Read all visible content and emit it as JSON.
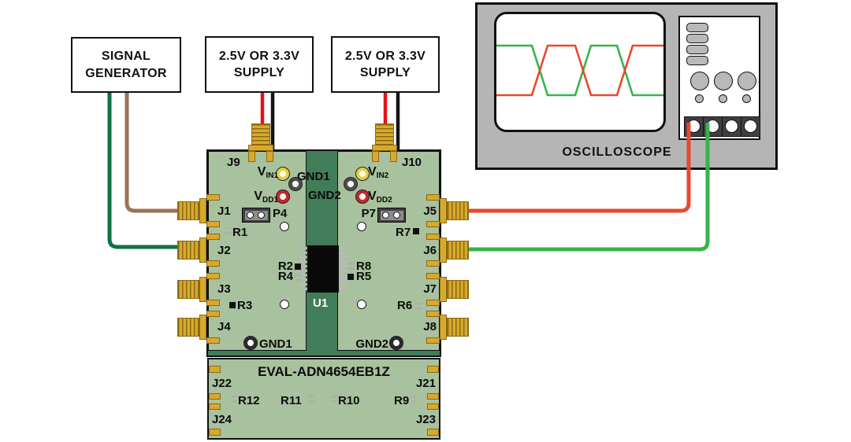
{
  "boxes": {
    "signal_generator": {
      "line1": "SIGNAL",
      "line2": "GENERATOR"
    },
    "supply_left": {
      "line1": "2.5V OR 3.3V",
      "line2": "SUPPLY"
    },
    "supply_right": {
      "line1": "2.5V OR 3.3V",
      "line2": "SUPPLY"
    }
  },
  "oscilloscope": {
    "label": "OSCILLOSCOPE",
    "trace_red": "#e8482c",
    "trace_green": "#35b44a"
  },
  "board": {
    "title": "EVAL-ADN4654EB1Z",
    "labels": {
      "j1": "J1",
      "j2": "J2",
      "j3": "J3",
      "j4": "J4",
      "j5": "J5",
      "j6": "J6",
      "j7": "J7",
      "j8": "J8",
      "j9": "J9",
      "j10": "J10",
      "j21": "J21",
      "j22": "J22",
      "j23": "J23",
      "j24": "J24",
      "r1": "R1",
      "r2": "R2",
      "r3": "R3",
      "r4": "R4",
      "r5": "R5",
      "r6": "R6",
      "r7": "R7",
      "r8": "R8",
      "r9": "R9",
      "r10": "R10",
      "r11": "R11",
      "r12": "R12",
      "p4": "P4",
      "p7": "P7",
      "u1": "U1",
      "gnd1_top": "GND1",
      "gnd2_top": "GND2",
      "gnd1_bottom": "GND1",
      "gnd2_bottom": "GND2",
      "vin1_v": "V",
      "vin1_sub": "IN1",
      "vdd1_v": "V",
      "vdd1_sub": "DD1",
      "vin2_v": "V",
      "vin2_sub": "IN2",
      "vdd2_v": "V",
      "vdd2_sub": "DD2"
    }
  },
  "wires": {
    "signal_brown": "#9a7352",
    "signal_green": "#0e7244",
    "supply_red": "#e2111c",
    "supply_black": "#141414",
    "scope_red": "#e8482c",
    "scope_green": "#35b44a"
  },
  "colors": {
    "panel": "#a8c19e",
    "slot": "#417d58",
    "gold": "#d9a92b",
    "gold_dark": "#8a6a14",
    "scope_body": "#b5b5b5"
  }
}
